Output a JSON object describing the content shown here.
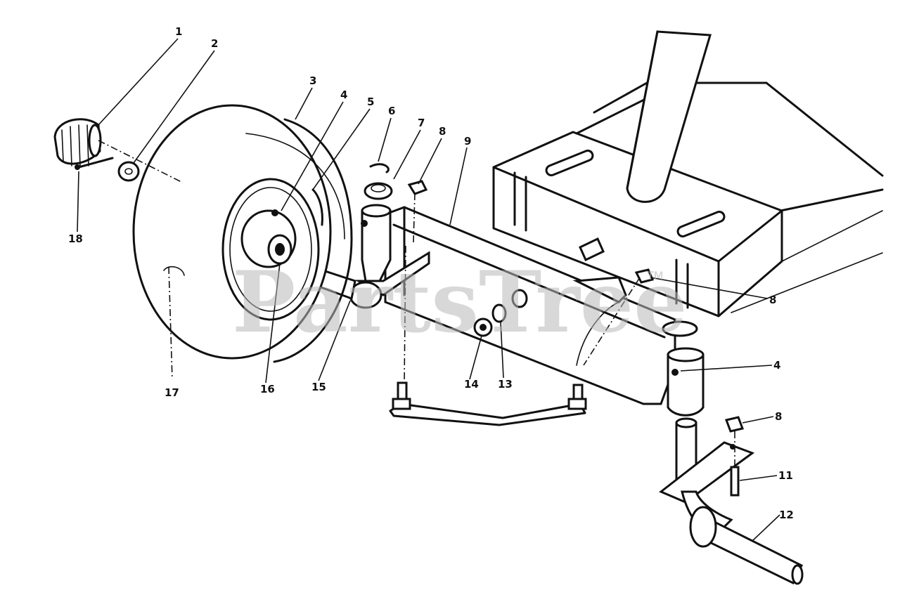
{
  "watermark": {
    "text": "PartsTree",
    "trademark": "TM"
  },
  "callouts": [
    {
      "id": "1",
      "label": "1"
    },
    {
      "id": "2",
      "label": "2"
    },
    {
      "id": "3",
      "label": "3"
    },
    {
      "id": "4a",
      "label": "4"
    },
    {
      "id": "5",
      "label": "5"
    },
    {
      "id": "6",
      "label": "6"
    },
    {
      "id": "7",
      "label": "7"
    },
    {
      "id": "8a",
      "label": "8"
    },
    {
      "id": "9",
      "label": "9"
    },
    {
      "id": "18",
      "label": "18"
    },
    {
      "id": "8b",
      "label": "8"
    },
    {
      "id": "4b",
      "label": "4"
    },
    {
      "id": "8c",
      "label": "8"
    },
    {
      "id": "11",
      "label": "11"
    },
    {
      "id": "12",
      "label": "12"
    },
    {
      "id": "13",
      "label": "13"
    },
    {
      "id": "14",
      "label": "14"
    },
    {
      "id": "15",
      "label": "15"
    },
    {
      "id": "16",
      "label": "16"
    },
    {
      "id": "17",
      "label": "17"
    }
  ]
}
